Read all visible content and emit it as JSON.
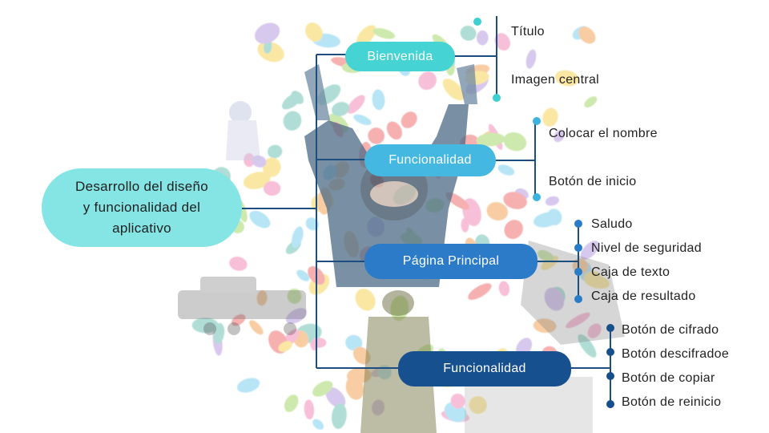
{
  "root": {
    "label_line1": "Desarrollo del diseño",
    "label_line2": "y funcionalidad del",
    "label_line3": "aplicativo"
  },
  "branches": [
    {
      "label": "Bienvenida",
      "color": "#45d3d3",
      "items": [
        "Título",
        "Imagen central"
      ],
      "dot_color": "#3cd0d0"
    },
    {
      "label": "Funcionalidad",
      "color": "#45b8e2",
      "items": [
        "Colocar el nombre",
        "Botón de inicio"
      ],
      "dot_color": "#3cb4e0"
    },
    {
      "label": "Página Principal",
      "color": "#2b7bc9",
      "items": [
        "Saludo",
        "Nivel de seguridad",
        "Caja de texto",
        "Caja de resultado"
      ],
      "dot_color": "#2a7cc8"
    },
    {
      "label": "Funcionalidad",
      "color": "#16508e",
      "items": [
        "Botón de cifrado",
        "Botón descifradoe",
        "Botón de copiar",
        "Botón de reinicio"
      ],
      "dot_color": "#174f8c"
    }
  ],
  "line_color": "#1c4f80",
  "background": {
    "description_icons": [
      "raised-hands-figure-icon",
      "colorful-hands-collage-icon",
      "soldier-icon",
      "tank-icon"
    ]
  }
}
